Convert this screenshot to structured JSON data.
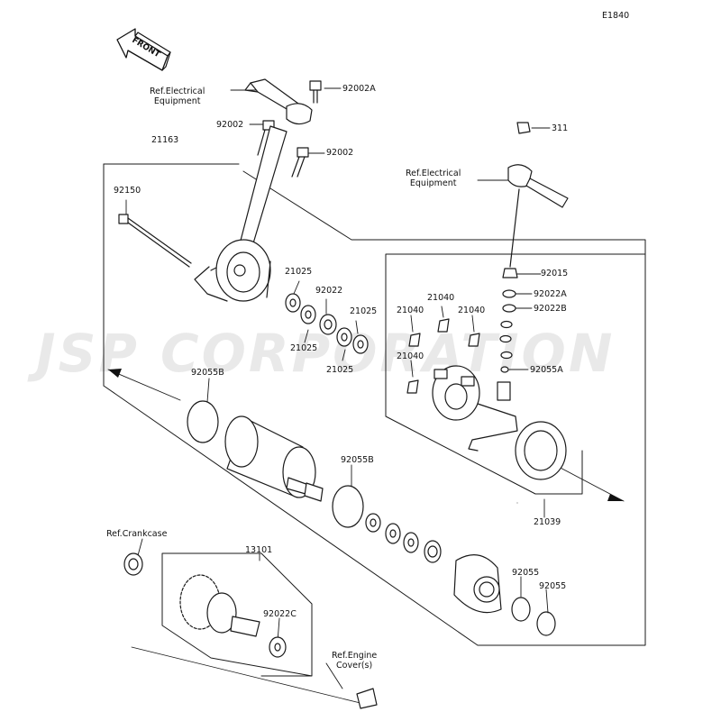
{
  "diagram_code": "E1840",
  "front_label": "FRONT",
  "watermark": "JSP CORPORATION",
  "labels": {
    "ref_electrical_1": "Ref.Electrical\nEquipment",
    "ref_electrical_2": "Ref.Electrical\nEquipment",
    "ref_crankcase": "Ref.Crankcase",
    "ref_engine_cover": "Ref.Engine\nCover(s)",
    "p92002A": "92002A",
    "p92002_a": "92002",
    "p92002_b": "92002",
    "p21163": "21163",
    "p92150": "92150",
    "p311": "311",
    "p92015": "92015",
    "p92022A": "92022A",
    "p92022B": "92022B",
    "p92055A": "92055A",
    "p21025_a": "21025",
    "p92022": "92022",
    "p21025_b": "21025",
    "p21025_c": "21025",
    "p21025_d": "21025",
    "p21040_a": "21040",
    "p21040_b": "21040",
    "p21040_c": "21040",
    "p21040_d": "21040",
    "p92055B_a": "92055B",
    "p92055B_b": "92055B",
    "p21039": "21039",
    "p13101": "13101",
    "p92022C": "92022C",
    "p92055_a": "92055",
    "p92055_b": "92055"
  }
}
